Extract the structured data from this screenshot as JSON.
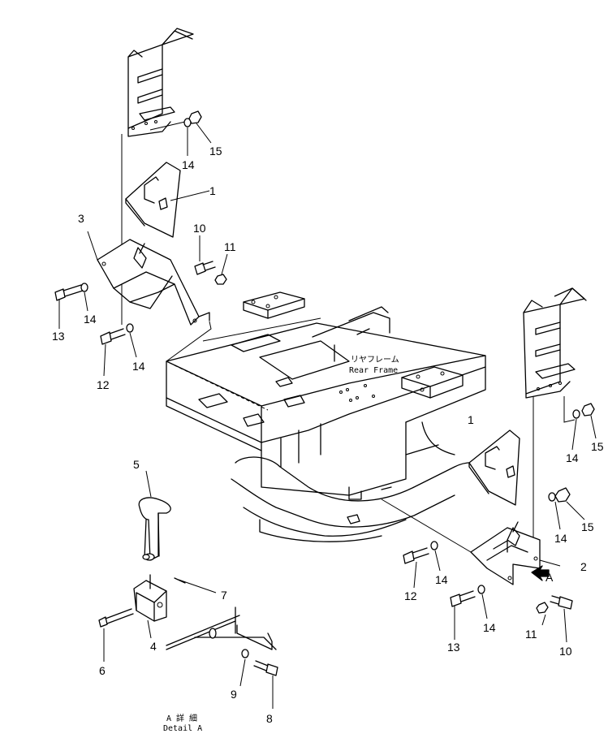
{
  "callouts": {
    "c1_top": "1",
    "c1_right": "1",
    "c2": "2",
    "c3": "3",
    "c4": "4",
    "c5": "5",
    "c6": "6",
    "c7": "7",
    "c8": "8",
    "c9": "9",
    "c10_top": "10",
    "c10_right": "10",
    "c11_top": "11",
    "c11_right": "11",
    "c12_left": "12",
    "c12_right": "12",
    "c13_left": "13",
    "c13_right": "13",
    "c14_top": "14",
    "c14_left_a": "14",
    "c14_left_b": "14",
    "c14_right_a": "14",
    "c14_right_b": "14",
    "c14_right_c": "14",
    "c14_right_d": "14",
    "c15_top": "15",
    "c15_right_a": "15",
    "c15_right_b": "15",
    "view_arrow": "A"
  },
  "labels": {
    "rear_frame_jp": "リヤフレーム",
    "rear_frame_en": "Rear Frame",
    "detail_jp": "A 詳 細",
    "detail_en": "Detail A"
  }
}
